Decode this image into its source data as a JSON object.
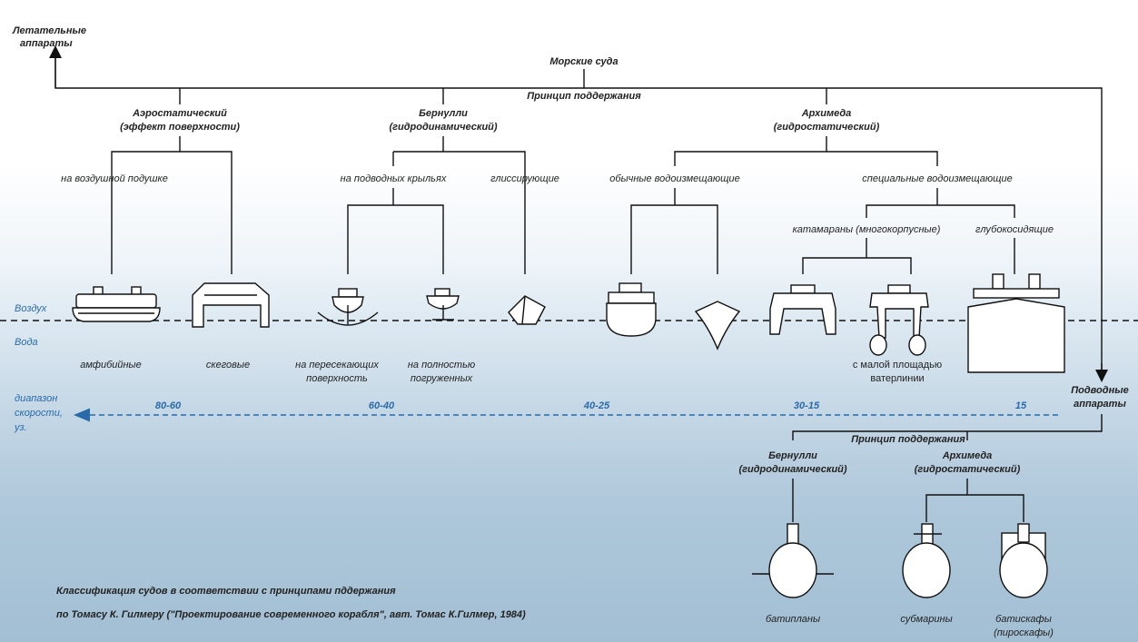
{
  "root": {
    "title": "Морские суда",
    "subtitle": "Принцип поддержания"
  },
  "aircraft": {
    "line1": "Летательные",
    "line2": "аппараты"
  },
  "principles": {
    "aerostatic": {
      "line1": "Аэростатический",
      "line2": "(эффект поверхности)"
    },
    "bernoulli": {
      "line1": "Бернулли",
      "line2": "(гидродинамический)"
    },
    "archimedes": {
      "line1": "Архимеда",
      "line2": "(гидростатический)"
    }
  },
  "categories": {
    "air_cushion": "на воздушной подушке",
    "hydrofoil": "на подводных крыльях",
    "planing": "глиссирующие",
    "conventional": "обычные водоизмещающие",
    "special": "специальные водоизмещающие",
    "catamarans": "катамараны (многокорпусные)",
    "deep_draft": "глубокосидящие"
  },
  "media": {
    "air": "Воздух",
    "water": "Вода"
  },
  "vessels": {
    "amphibious": "амфибийные",
    "skeg": "скеговые",
    "surface_piercing": {
      "line1": "на пересекающих",
      "line2": "поверхность"
    },
    "fully_submerged": {
      "line1": "на полностью",
      "line2": "погруженных"
    },
    "swath": {
      "line1": "с малой площадью",
      "line2": "ватерлинии"
    }
  },
  "speed": {
    "label": {
      "line1": "диапазон",
      "line2": "скорости,",
      "line3": "уз."
    },
    "ranges": [
      "80-60",
      "60-40",
      "40-25",
      "30-15",
      "15"
    ]
  },
  "underwater": {
    "title": {
      "line1": "Подводные",
      "line2": "аппараты"
    },
    "subtitle": "Принцип поддержания",
    "bernoulli": {
      "line1": "Бернулли",
      "line2": "(гидродинамический)"
    },
    "archimedes": {
      "line1": "Архимеда",
      "line2": "(гидростатический)"
    },
    "vessels": {
      "batiplanes": "батипланы",
      "submarines": "субмарины",
      "bathyscaphes": {
        "line1": "батискафы",
        "line2": "(пироскафы)"
      }
    }
  },
  "caption": {
    "line1": "Классификация судов в соответствии с принципами пддержания",
    "line2": "по Томасу К. Гилмеру (\"Проектирование современного корабля\", авт. Томас К.Гилмер, 1984)"
  },
  "colors": {
    "speed": "#2a6aa8",
    "line": "#111111"
  }
}
